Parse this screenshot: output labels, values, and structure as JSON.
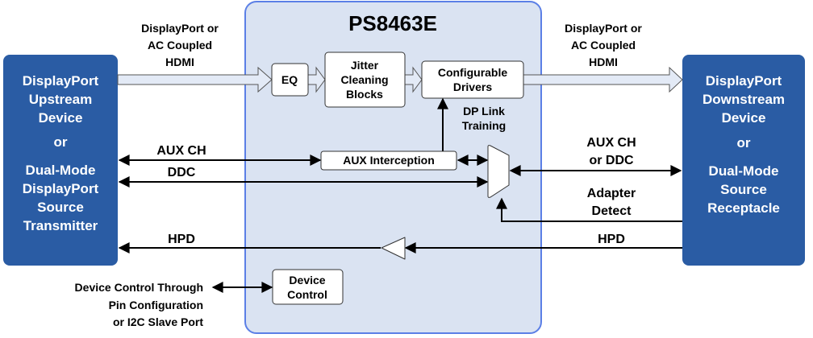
{
  "chip": {
    "title": "PS8463E"
  },
  "upstream": {
    "lines": [
      "DisplayPort",
      "Upstream",
      "Device",
      "or",
      "Dual-Mode",
      "DisplayPort",
      "Source",
      "Transmitter"
    ]
  },
  "downstream": {
    "lines": [
      "DisplayPort",
      "Downstream",
      "Device",
      "or",
      "Dual-Mode",
      "Source",
      "Receptacle"
    ]
  },
  "blocks": {
    "eq": [
      "EQ"
    ],
    "jitter": [
      "Jitter",
      "Cleaning",
      "Blocks"
    ],
    "drivers": [
      "Configurable",
      "Drivers"
    ],
    "aux": [
      "AUX Interception"
    ],
    "device_control": [
      "Device",
      "Control"
    ]
  },
  "labels": {
    "in_signal": [
      "DisplayPort or",
      "AC Coupled",
      "HDMI"
    ],
    "out_signal": [
      "DisplayPort or",
      "AC Coupled",
      "HDMI"
    ],
    "dp_link": [
      "DP Link",
      "Training"
    ],
    "aux_ch_left": "AUX CH",
    "ddc_left": "DDC",
    "hpd_left": "HPD",
    "aux_ddc_right": [
      "AUX CH",
      "or DDC"
    ],
    "adapter_detect": [
      "Adapter",
      "Detect"
    ],
    "hpd_right": "HPD",
    "device_control_ext": [
      "Device Control Through",
      "Pin Configuration",
      "or I2C Slave Port"
    ]
  },
  "colors": {
    "device": "#2A5CA4",
    "chip_fill": "#DAE3F2",
    "chip_border": "#5B7FE6",
    "fat_arrow": "#E3EAF6"
  }
}
